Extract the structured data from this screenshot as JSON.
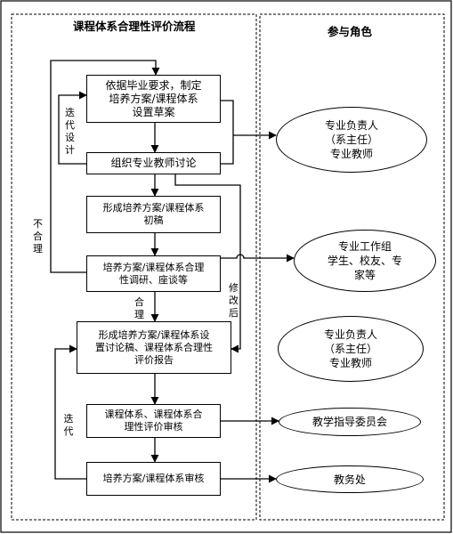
{
  "panels": {
    "left_title": "课程体系合理性评价流程",
    "right_title": "参与角色"
  },
  "flow_boxes": {
    "b1": "依据毕业要求，制定\n培养方案/课程体系\n设置草案",
    "b2": "组织专业教师讨论",
    "b3": "形成培养方案/课程体系\n初稿",
    "b4": "培养方案/课程体系合理\n性调研、座谈等",
    "b5": "形成培养方案/课程体系设\n置讨论稿、课程体系合理性\n评价报告",
    "b6": "课程体系、课程体系合\n理性评价审核",
    "b7": "培养方案/课程体系审核"
  },
  "roles": {
    "r1": "专业负责人\n（系主任）\n专业教师",
    "r2": "专业工作组\n学生、校友、专\n家等",
    "r3": "专业负责人\n（系主任）\n专业教师",
    "r4": "教学指导委员会",
    "r5": "教务处"
  },
  "edge_labels": {
    "iterate_design": "迭\n代\n设\n计",
    "unreasonable": "不\n合\n理",
    "reasonable": "合\n理",
    "revised": "修\n改\n后",
    "iterate": "迭\n代"
  }
}
